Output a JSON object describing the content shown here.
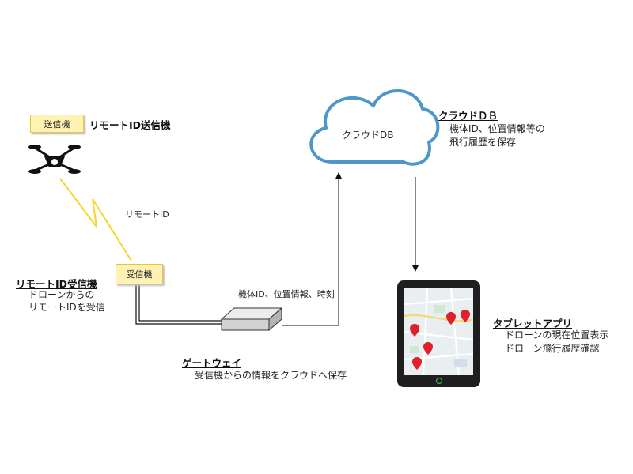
{
  "transmitter": {
    "tag": "送信機",
    "title": "リモートID送信機"
  },
  "link_label": "リモートID",
  "receiver": {
    "tag": "受信機",
    "title": "リモートID受信機",
    "desc_line1": "ドローンからの",
    "desc_line2": "リモートIDを受信"
  },
  "gateway": {
    "data_label": "機体ID、位置情報、時刻",
    "title": "ゲートウェイ",
    "desc": "受信機からの情報をクラウドへ保存"
  },
  "cloud": {
    "inner_label": "クラウドDB",
    "title": "クラウドＤＢ",
    "desc_line1": "機体ID、位置情報等の",
    "desc_line2": "飛行履歴を保存"
  },
  "tablet": {
    "title": "タブレットアプリ",
    "desc_line1": "ドローンの現在位置表示",
    "desc_line2": "ドローン飛行履歴確認"
  },
  "colors": {
    "tag_fill": "#fff2b3",
    "cloud_stroke": "#4f97c9",
    "radio_link": "#f5d52a",
    "pin": "#e0202a"
  }
}
